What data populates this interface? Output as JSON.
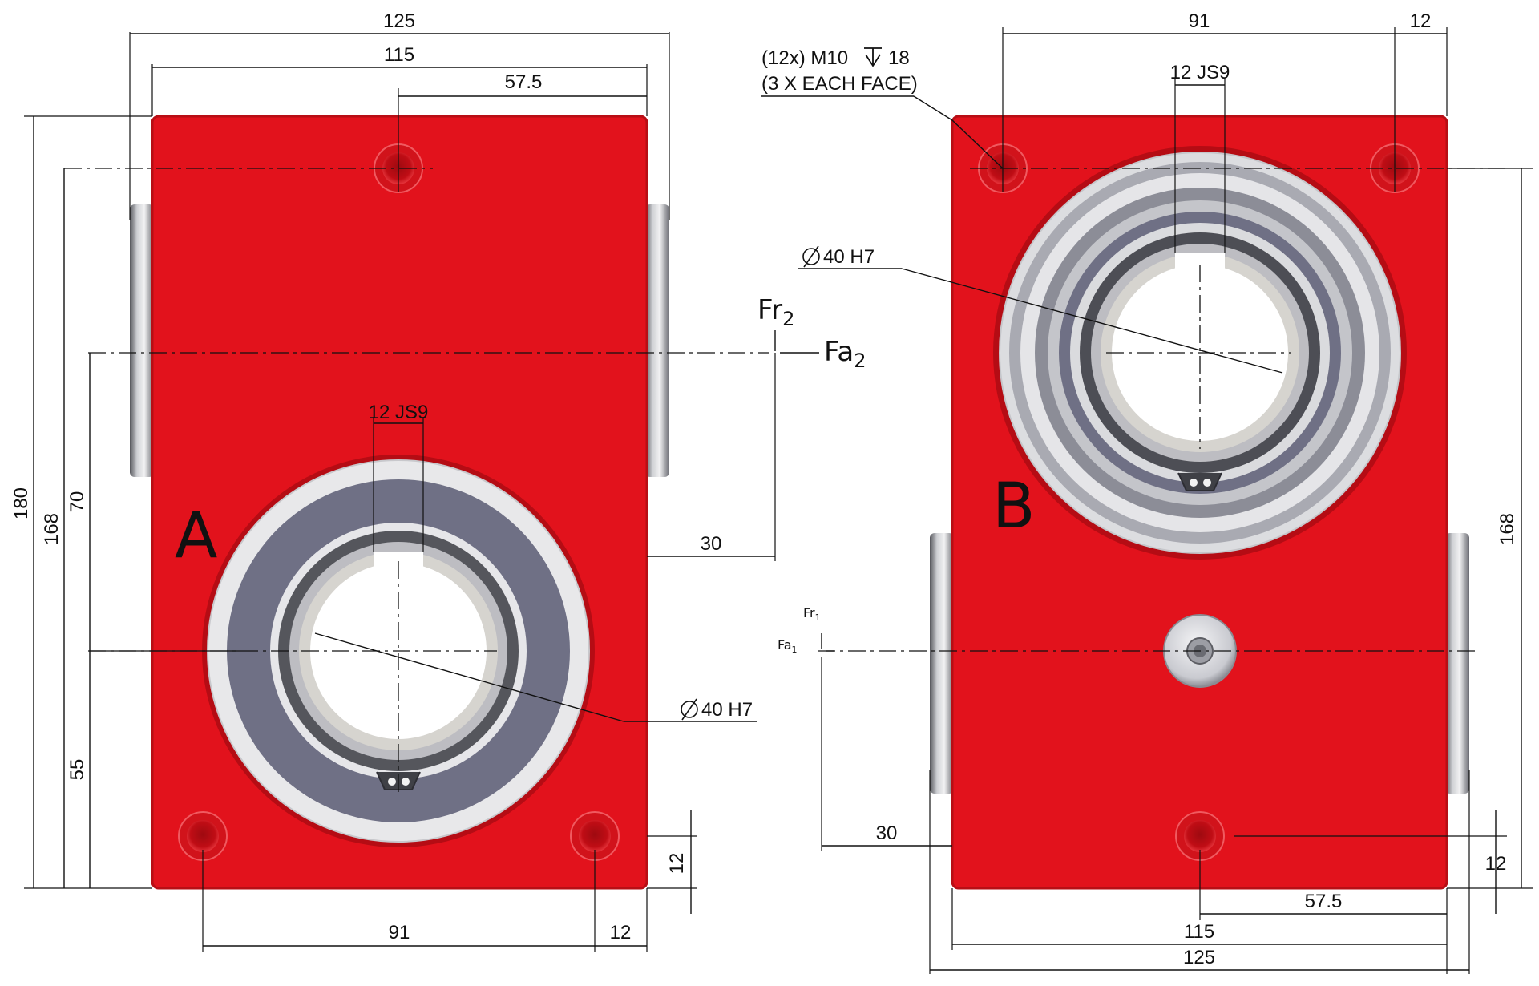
{
  "views": {
    "a": {
      "label": "A",
      "dims": {
        "width_total": "125",
        "width_inner": "115",
        "half": "57.5",
        "keyway": "12 JS9",
        "bore": "40 H7",
        "height_total": "180",
        "height_holes": "168",
        "shaft_center": "70",
        "bore_center": "55",
        "offset_30": "30",
        "hole_edge": "12",
        "hole_spacing": "91",
        "hole_margin": "12"
      },
      "forces": {
        "radial": "Fr",
        "radial_sub": "2",
        "axial": "Fa",
        "axial_sub": "2"
      }
    },
    "b": {
      "label": "B",
      "dims": {
        "hole_spacing": "91",
        "hole_margin": "12",
        "keyway": "12 JS9",
        "bore": "40 H7",
        "height_holes": "168",
        "offset_30": "30",
        "hole_edge": "12",
        "half": "57.5",
        "width_inner": "115",
        "width_total": "125"
      },
      "forces": {
        "radial": "Fr",
        "radial_sub": "1",
        "axial": "Fa",
        "axial_sub": "1"
      }
    },
    "thread_note": {
      "line1_a": "(12x) M10",
      "line1_b": "18",
      "line2": "(3 X EACH FACE)"
    }
  },
  "colors": {
    "housing": "#e2121c",
    "housing_edge": "#b80e15",
    "steel_light": "#e8e8ea",
    "steel_mid": "#a9aab2",
    "seal_blue": "#6f7085",
    "steel_dark": "#4d4e55",
    "bore_ring": "#d6d4cf"
  }
}
